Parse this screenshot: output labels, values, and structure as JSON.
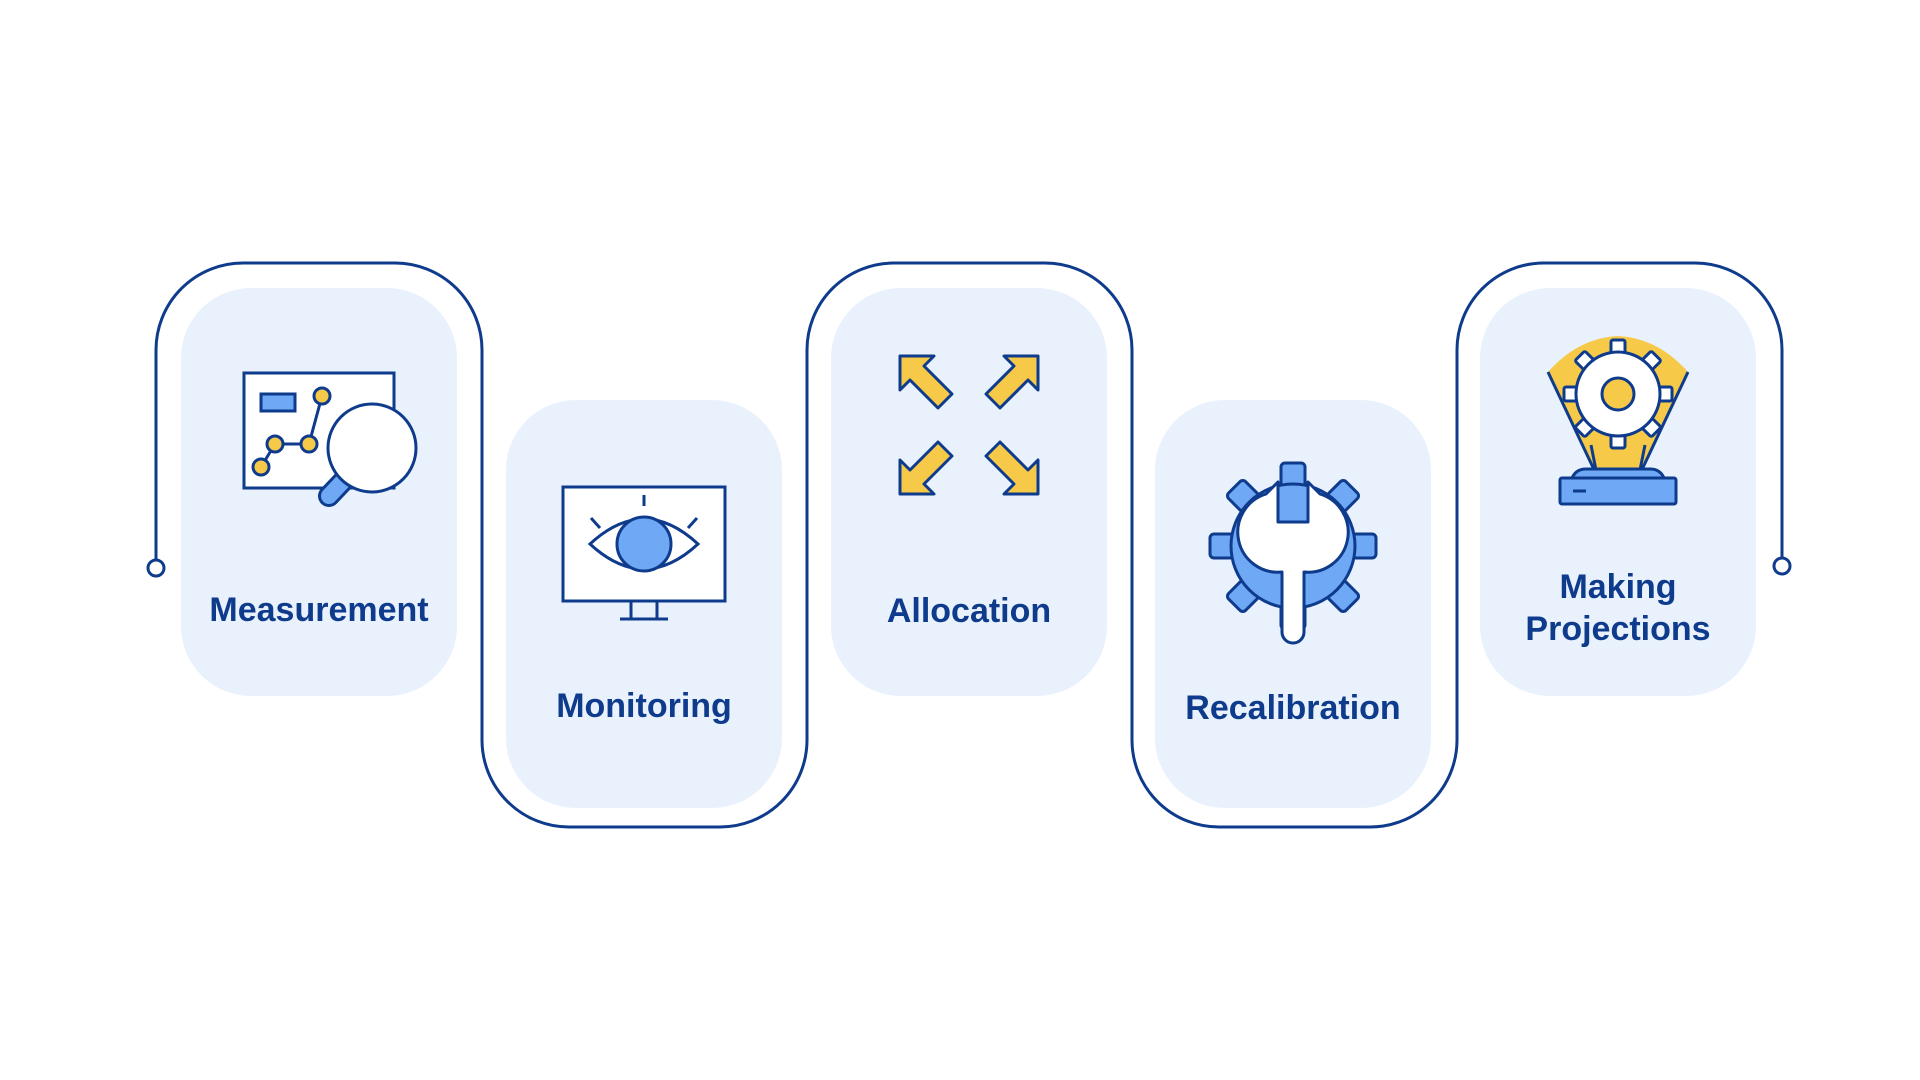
{
  "colors": {
    "line": "#0e3b8c",
    "card_bg": "#e8f1fc",
    "accent_blue": "#6fa8f5",
    "accent_yellow": "#f7c948"
  },
  "steps": [
    {
      "label": "Measurement",
      "icon": "chart-magnifier-icon"
    },
    {
      "label": "Monitoring",
      "icon": "monitor-eye-icon"
    },
    {
      "label": "Allocation",
      "icon": "expand-arrows-icon"
    },
    {
      "label": "Recalibration",
      "icon": "gear-wrench-icon"
    },
    {
      "label": "Making Projections",
      "icon": "hologram-gear-icon"
    }
  ]
}
